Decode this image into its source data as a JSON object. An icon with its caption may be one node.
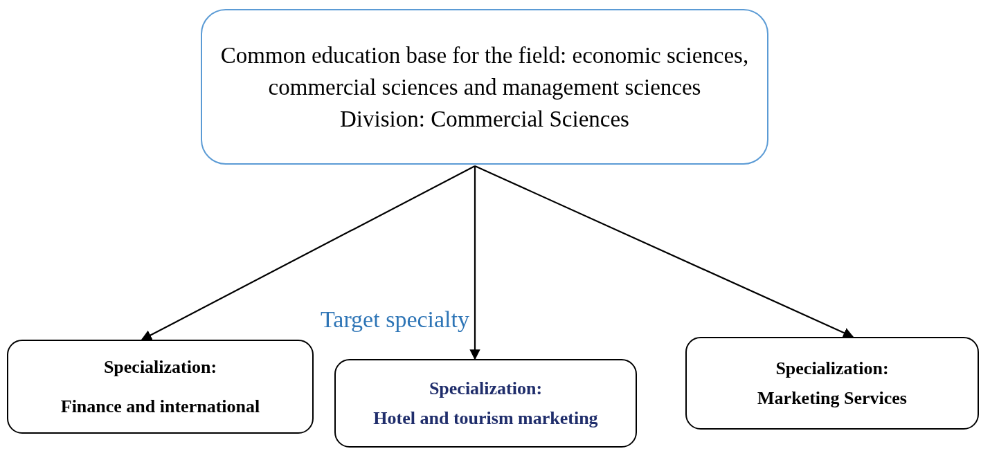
{
  "diagram": {
    "nodes": [
      {
        "text": [
          "Common education base for the field: economic sciences, commercial sciences and management sciences",
          "Division: Commercial Sciences"
        ]
      },
      {
        "text": [
          "Specialization:",
          "Finance and international"
        ]
      },
      {
        "text": [
          "Specialization:",
          "Hotel and tourism marketing"
        ]
      },
      {
        "text": [
          "Specialization:",
          "Marketing Services"
        ]
      }
    ],
    "edges": [
      {
        "from": 0,
        "to": 1,
        "arrow": "to"
      },
      {
        "from": 0,
        "to": 2,
        "arrow": "to"
      },
      {
        "from": 0,
        "to": 3,
        "arrow": "to"
      }
    ],
    "labels": [
      "Target specialty"
    ]
  }
}
